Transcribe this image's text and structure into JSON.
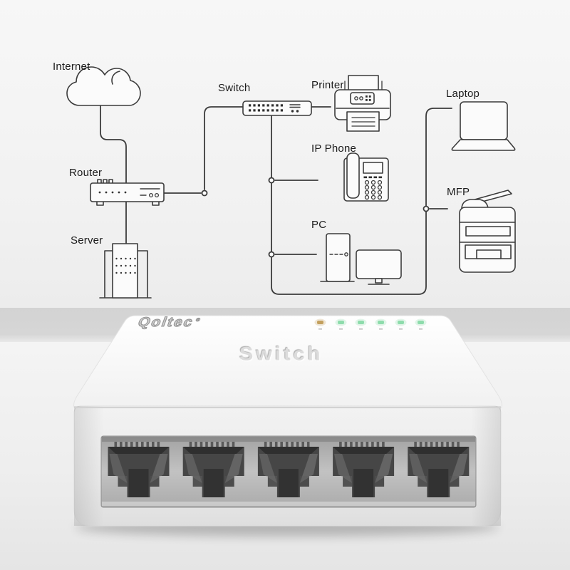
{
  "diagram": {
    "line_color": "#3b3b3b",
    "nodes": [
      {
        "id": "internet",
        "label": "Internet"
      },
      {
        "id": "router",
        "label": "Router"
      },
      {
        "id": "server",
        "label": "Server"
      },
      {
        "id": "switch",
        "label": "Switch"
      },
      {
        "id": "printer",
        "label": "Printer"
      },
      {
        "id": "ip-phone",
        "label": "IP Phone"
      },
      {
        "id": "pc",
        "label": "PC"
      },
      {
        "id": "laptop",
        "label": "Laptop"
      },
      {
        "id": "mfp",
        "label": "MFP"
      }
    ],
    "edges": [
      "internet-router",
      "router-server",
      "router-switch",
      "switch-printer",
      "switch-ip-phone",
      "switch-pc",
      "switch-laptop",
      "switch-mfp"
    ]
  },
  "product": {
    "brand": "Qoltec",
    "brand_mark": "®",
    "case_label": "Switch",
    "port_count": 5,
    "leds": [
      {
        "name": "power-led",
        "color": "#c3a05e"
      },
      {
        "name": "port1-led",
        "color": "#8edcac"
      },
      {
        "name": "port2-led",
        "color": "#8edcac"
      },
      {
        "name": "port3-led",
        "color": "#8edcac"
      },
      {
        "name": "port4-led",
        "color": "#8edcac"
      },
      {
        "name": "port5-led",
        "color": "#8edcac"
      }
    ]
  }
}
